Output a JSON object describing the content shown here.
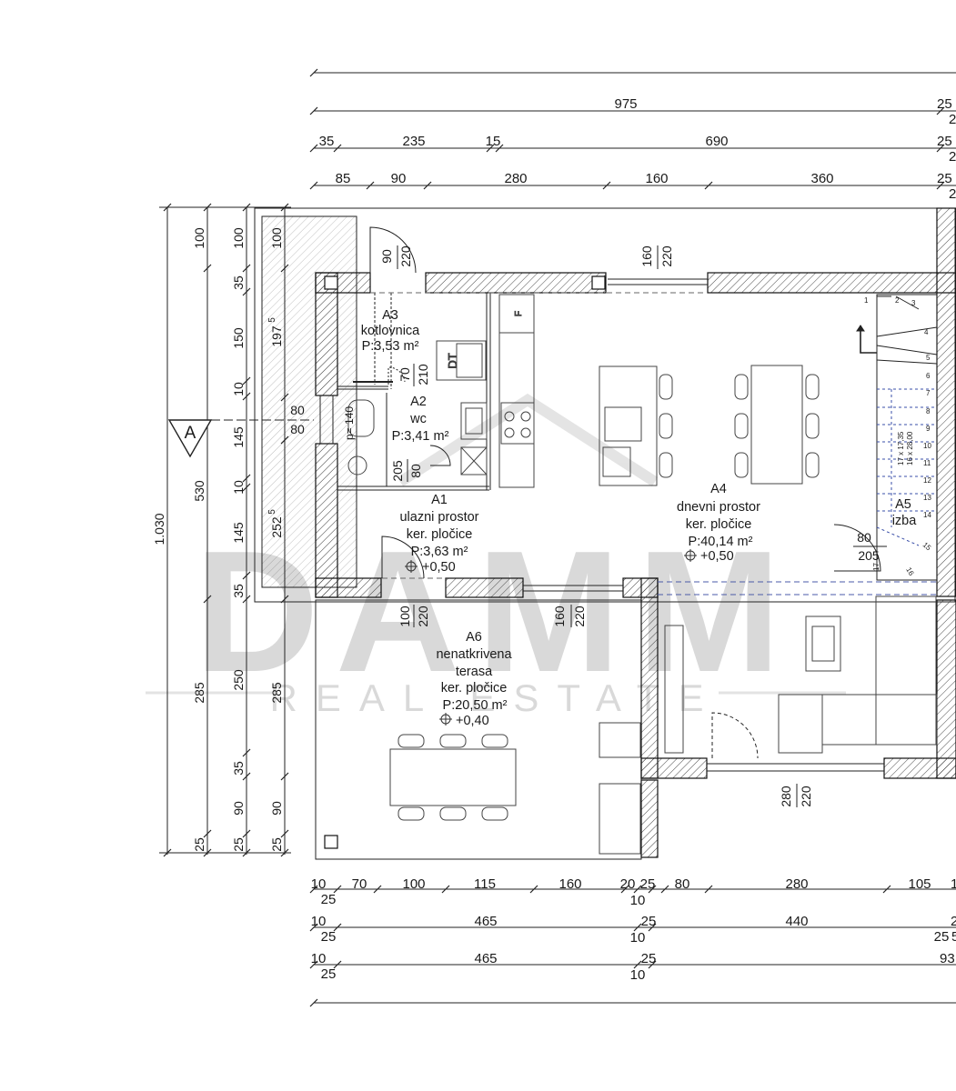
{
  "watermark": {
    "brand": "DAMM",
    "tagline": "REAL ESTATE"
  },
  "section_marker": "A",
  "dims_top": {
    "row1": [
      "975",
      "25",
      "2"
    ],
    "row2": [
      "35",
      "235",
      "15",
      "690",
      "25",
      "2"
    ],
    "row3": [
      "85",
      "90",
      "280",
      "160",
      "360",
      "25",
      "2"
    ]
  },
  "dims_left": {
    "total": "1.030",
    "col1": [
      "100",
      "530",
      "285",
      "25"
    ],
    "col2": [
      "100",
      "35",
      "150",
      "10",
      "145",
      "10",
      "145",
      "35",
      "250",
      "35",
      "90",
      "25"
    ],
    "col3": [
      "100",
      "197",
      "5",
      "80",
      "80",
      "252",
      "5",
      "285",
      "90",
      "25"
    ]
  },
  "dims_bottom": {
    "row1": [
      "10",
      "25",
      "70",
      "100",
      "115",
      "160",
      "20",
      "25",
      "10",
      "80",
      "280",
      "105",
      "1"
    ],
    "row2": [
      "10",
      "25",
      "465",
      "25",
      "10",
      "440",
      "2",
      "25",
      "5"
    ],
    "row3": [
      "10",
      "25",
      "465",
      "25",
      "10",
      "93"
    ]
  },
  "openings": {
    "d90": "90",
    "d220a": "220",
    "w160": "160",
    "w220a": "220",
    "d70": "70",
    "d210": "210",
    "w80a": "80",
    "w80b": "80",
    "p140": "p= 140",
    "d205": "205",
    "d80": "80",
    "w100": "100",
    "w220b": "220",
    "w160b": "160",
    "w220c": "220",
    "d80b": "80",
    "d205b": "205",
    "w280": "280",
    "w220d": "220"
  },
  "rooms": {
    "a3": {
      "code": "A3",
      "name": "kotlovnica",
      "area": "P:3,53 m²"
    },
    "a2": {
      "code": "A2",
      "name": "wc",
      "area": "P:3,41 m²"
    },
    "a1": {
      "code": "A1",
      "name": "ulazni prostor",
      "finish": "ker. pločice",
      "area": "P:3,63 m²",
      "level": "+0,50"
    },
    "a4": {
      "code": "A4",
      "name": "dnevni prostor",
      "finish": "ker. pločice",
      "area": "P:40,14 m²",
      "level": "+0,50"
    },
    "a5": {
      "code": "A5",
      "name": "izba"
    },
    "a6": {
      "code": "A6",
      "name": "nenatkrivena",
      "name2": "terasa",
      "finish": "ker. pločice",
      "area": "P:20,50 m²",
      "level": "+0,40"
    }
  },
  "fixtures": {
    "dt": "DT",
    "fridge": "F"
  },
  "stairs": {
    "steps": [
      "1",
      "2",
      "3",
      "4",
      "5",
      "6",
      "7",
      "8",
      "9",
      "10",
      "11",
      "12",
      "13",
      "14",
      "15",
      "16",
      "17"
    ],
    "spec1": "17 x 17,35",
    "spec2": "16 x 28,00"
  }
}
